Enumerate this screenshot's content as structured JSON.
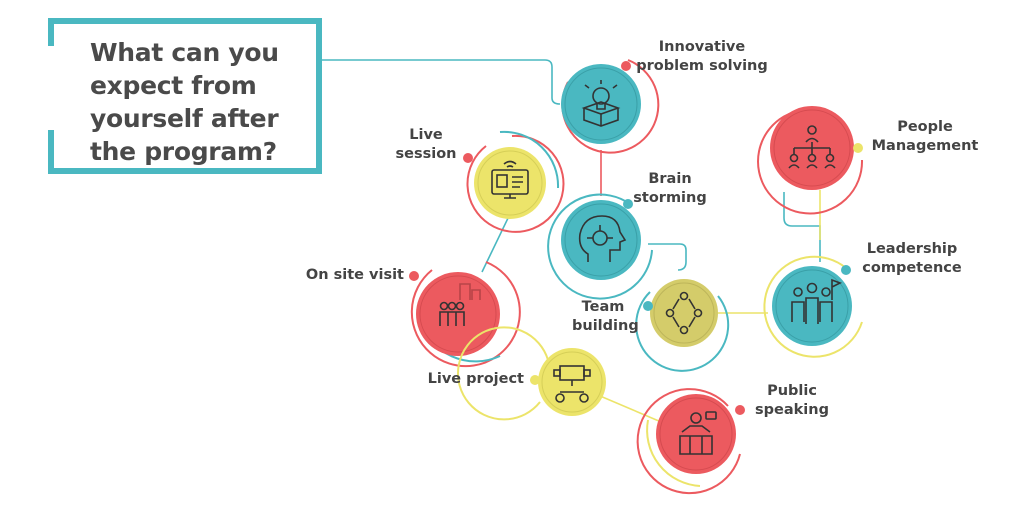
{
  "title": "What can you expect from yourself after the program?",
  "colors": {
    "teal": "#4ab8c1",
    "red": "#ec5a5f",
    "yellow": "#ece46a",
    "khaki": "#d4cc6a",
    "ink": "#3a3a3a"
  },
  "nodes": [
    {
      "id": "innovative",
      "label_lines": [
        "Innovative",
        "problem solving"
      ],
      "color": "teal",
      "icon": "lightbulb-box-icon"
    },
    {
      "id": "brain",
      "label_lines": [
        "Brain",
        "storming"
      ],
      "color": "teal",
      "icon": "head-circuit-icon"
    },
    {
      "id": "team",
      "label_lines": [
        "Team",
        "building"
      ],
      "color": "khaki",
      "icon": "team-network-icon"
    },
    {
      "id": "leadership",
      "label_lines": [
        "Leadership",
        "competence"
      ],
      "color": "teal",
      "icon": "leader-flag-icon"
    },
    {
      "id": "people",
      "label_lines": [
        "People",
        "Management"
      ],
      "color": "red",
      "icon": "org-chart-icon"
    },
    {
      "id": "live_session",
      "label_lines": [
        "Live",
        "session"
      ],
      "color": "yellow",
      "icon": "computer-monitor-icon"
    },
    {
      "id": "site_visit",
      "label_lines": [
        "On site visit"
      ],
      "color": "red",
      "icon": "people-buildings-icon"
    },
    {
      "id": "live_project",
      "label_lines": [
        "Live project"
      ],
      "color": "yellow",
      "icon": "project-flow-icon"
    },
    {
      "id": "public_speaking",
      "label_lines": [
        "Public",
        "speaking"
      ],
      "color": "red",
      "icon": "speaker-podium-icon"
    }
  ]
}
